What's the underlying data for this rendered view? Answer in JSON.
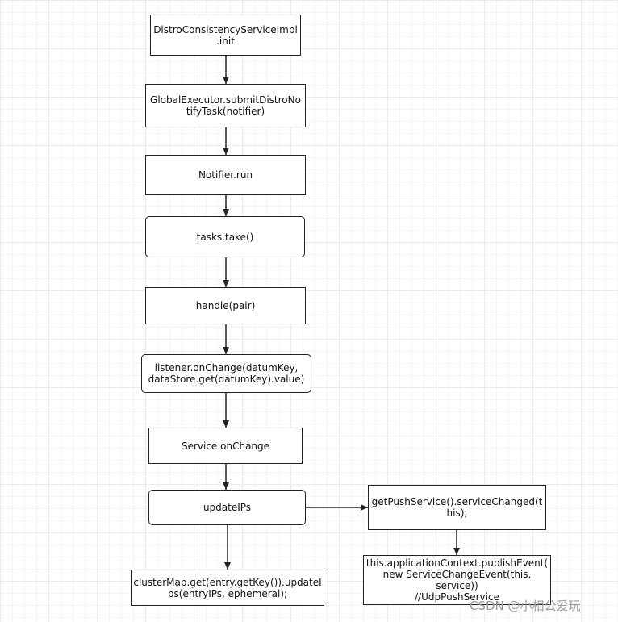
{
  "nodes": [
    {
      "id": "n1",
      "text": "DistroConsistencyServiceImpl\n.init"
    },
    {
      "id": "n2",
      "text": "GlobalExecutor.submitDistroNo\ntifyTask(notifier)"
    },
    {
      "id": "n3",
      "text": "Notifier.run"
    },
    {
      "id": "n4",
      "text": "tasks.take()"
    },
    {
      "id": "n5",
      "text": "handle(pair)"
    },
    {
      "id": "n6",
      "text": "listener.onChange(datumKey,\ndataStore.get(datumKey).value)"
    },
    {
      "id": "n7",
      "text": "Service.onChange"
    },
    {
      "id": "n8",
      "text": "updateIPs"
    },
    {
      "id": "n9",
      "text": "getPushService().serviceChanged(t\nhis);"
    },
    {
      "id": "n10",
      "text": "clusterMap.get(entry.getKey()).updateI\nps(entryIPs, ephemeral);"
    },
    {
      "id": "n11",
      "text": "this.applicationContext.publishEvent(\nnew ServiceChangeEvent(this,\nservice))\n//UdpPushService"
    }
  ],
  "edges": [
    {
      "from": "n1",
      "to": "n2"
    },
    {
      "from": "n2",
      "to": "n3"
    },
    {
      "from": "n3",
      "to": "n4"
    },
    {
      "from": "n4",
      "to": "n5"
    },
    {
      "from": "n5",
      "to": "n6"
    },
    {
      "from": "n6",
      "to": "n7"
    },
    {
      "from": "n7",
      "to": "n8"
    },
    {
      "from": "n8",
      "to": "n9"
    },
    {
      "from": "n8",
      "to": "n10"
    },
    {
      "from": "n9",
      "to": "n11"
    }
  ],
  "watermark": "CSDN @小相公爱玩"
}
